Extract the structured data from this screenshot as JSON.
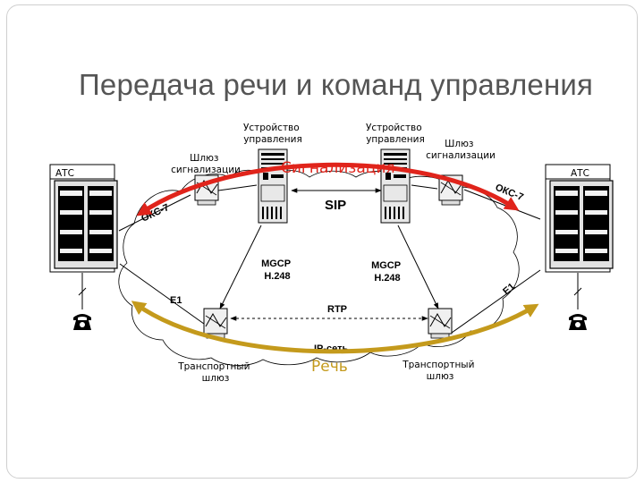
{
  "slide": {
    "title": "Передача речи и команд управления"
  },
  "diagram": {
    "nodes": {
      "ats_left": "АТС",
      "ats_right": "АТС",
      "control_left": [
        "Устройство",
        "управления"
      ],
      "control_right": [
        "Устройство",
        "управления"
      ],
      "sig_gw_left": [
        "Шлюз",
        "сигнализации"
      ],
      "sig_gw_right": [
        "Шлюз",
        "сигнализации"
      ],
      "trans_gw_left": [
        "Транспортный",
        "шлюз"
      ],
      "trans_gw_right": [
        "Транспортный",
        "шлюз"
      ]
    },
    "links": {
      "sip": "SIP",
      "mgcp_left": [
        "MGCP",
        "H.248"
      ],
      "mgcp_right": [
        "MGCP",
        "H.248"
      ],
      "rtp": "RTP",
      "e1_left": "E1",
      "e1_right": "E1",
      "oks7_left": "ОКС-7",
      "oks7_right": "ОКС-7",
      "ip_network": "IP-сеть"
    },
    "overlays": {
      "signaling": "Сигнализация",
      "speech": "Речь"
    },
    "colors": {
      "signaling_arrow": "#e0241b",
      "speech_arrow": "#c49a1c",
      "title": "#555555"
    },
    "icons": [
      "telephone-icon",
      "server-icon",
      "gateway-icon",
      "exchange-rack-icon"
    ]
  }
}
